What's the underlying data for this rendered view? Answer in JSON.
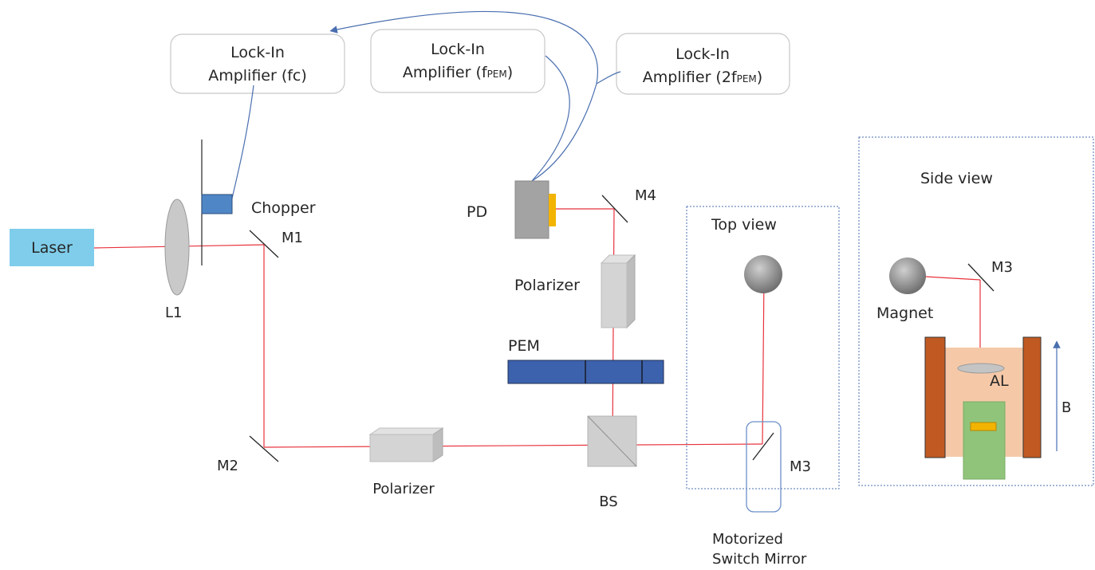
{
  "colors": {
    "beam": "#e8323c",
    "cable": "#4a6fb0",
    "laser_fill": "#7fcdea",
    "chopper_blade": "#4f86c6",
    "pem_fill": "#3c62ad",
    "detector_fill": "#a3a3a3",
    "detector_window": "#f2b400",
    "optic_gray": "#c9c9c9",
    "magnet_copper": "#c05a22",
    "magnet_bore": "#f5c9a8",
    "sample_holder": "#90c47a",
    "view_box_border": "#4a6fb0"
  },
  "lockins": {
    "fc": {
      "line1": "Lock-In",
      "line2": "Amplifier (fc)"
    },
    "fpem": {
      "line1": "Lock-In",
      "line2_main": "Amplifier (f",
      "line2_sub": "PEM",
      "line2_end": ")"
    },
    "twofpem": {
      "line1": "Lock-In",
      "line2_main": "Amplifier (2f",
      "line2_sub": "PEM",
      "line2_end": ")"
    }
  },
  "labels": {
    "laser": "Laser",
    "l1": "L1",
    "chopper": "Chopper",
    "m1": "M1",
    "m2": "M2",
    "m4": "M4",
    "pd": "PD",
    "polarizer_top": "Polarizer",
    "polarizer_bottom": "Polarizer",
    "pem": "PEM",
    "bs": "BS",
    "top_view": "Top view",
    "m3_top": "M3",
    "motorized_line1": "Motorized",
    "motorized_line2": "Switch Mirror",
    "side_view": "Side view",
    "m3_side": "M3",
    "magnet": "Magnet",
    "al": "AL",
    "b_field": "B"
  }
}
